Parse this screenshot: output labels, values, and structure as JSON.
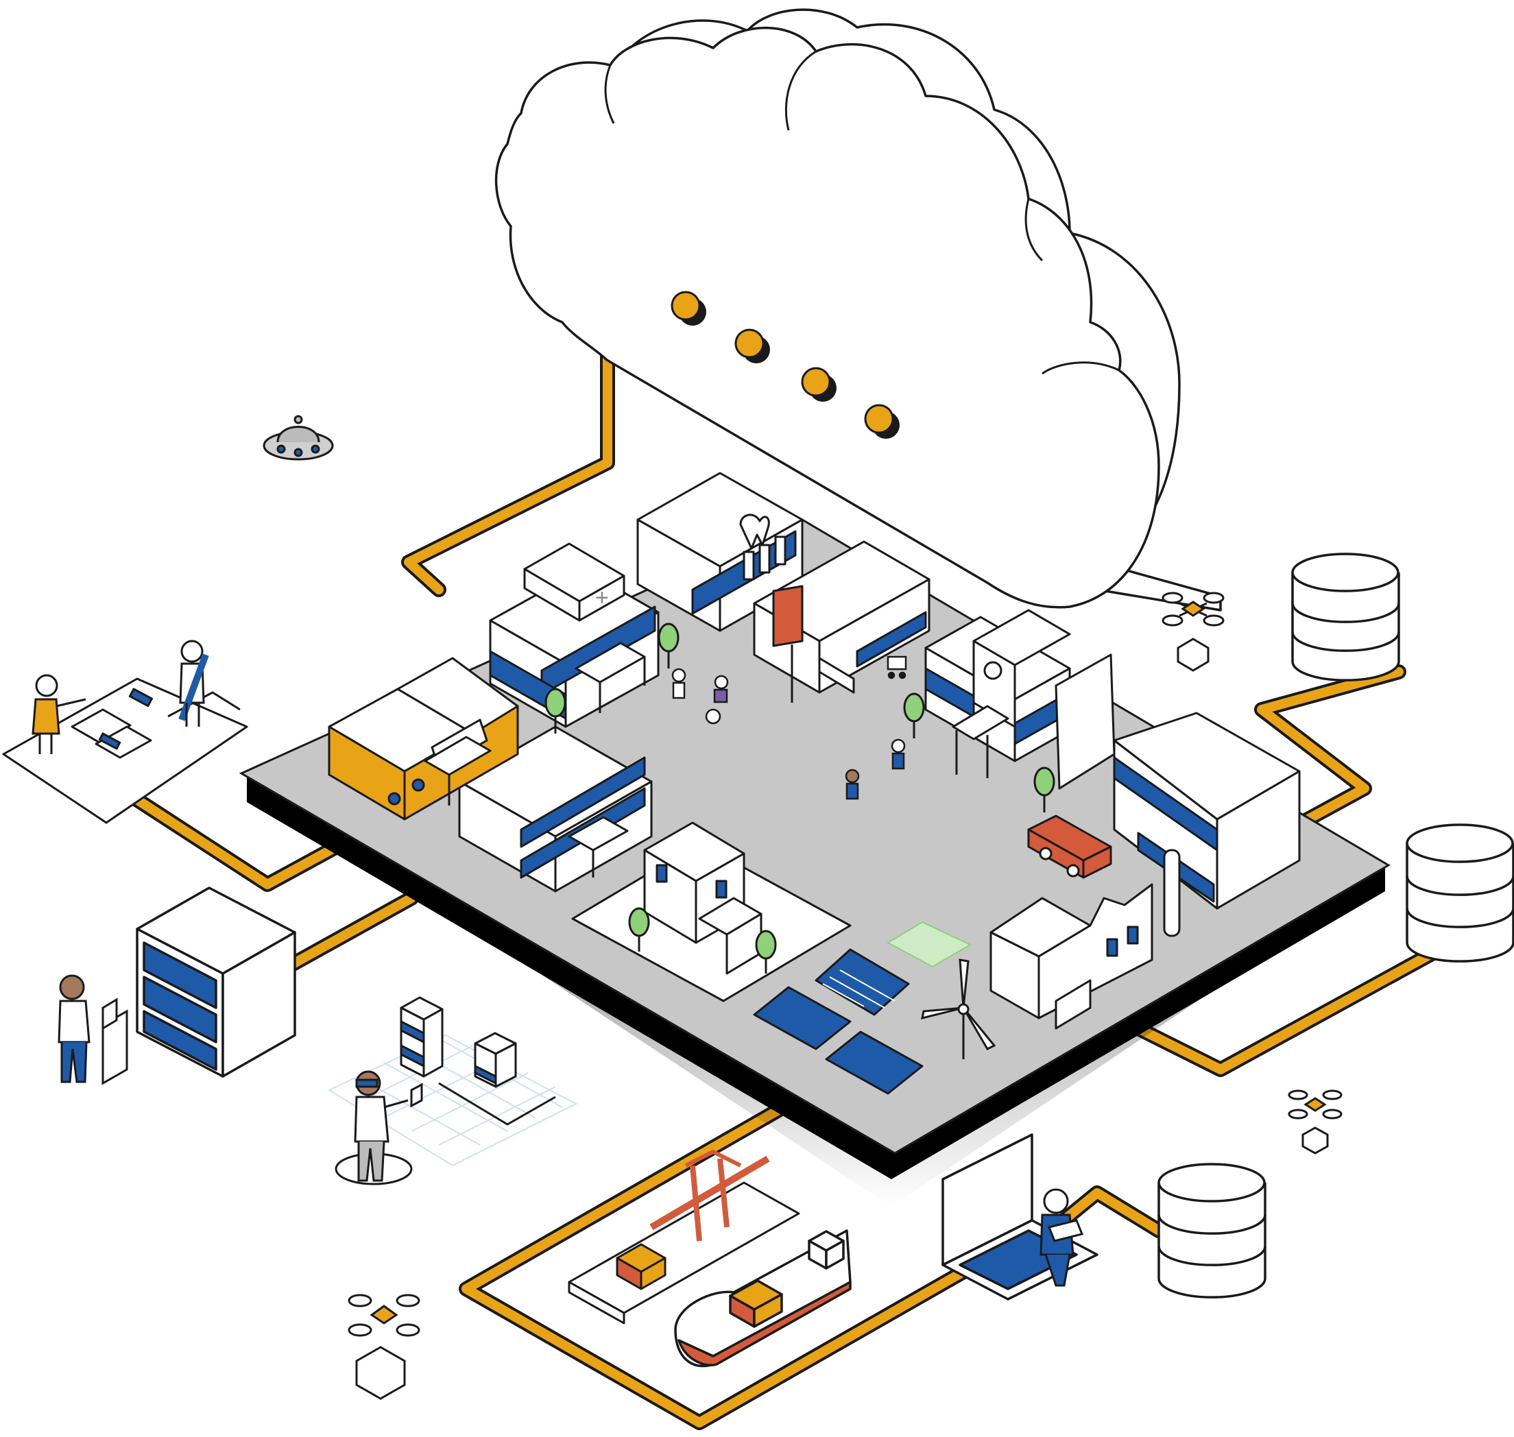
{
  "illustration": {
    "theme": "cloud-connected smart city isometric illustration",
    "colors": {
      "outline": "#1a1a1a",
      "connector": "#e8a317",
      "ground": "#c7c7c7",
      "accent_blue": "#1e5aa8",
      "accent_orange": "#e8a317",
      "accent_red": "#d35a3a",
      "tree_green": "#8fd07a",
      "solar_blue": "#1e5aa8",
      "grid_light_blue": "#cfe0f5"
    },
    "cloud": {
      "icon": "cloud-icon",
      "indicator_dots": 4,
      "dot_color": "#e8a317"
    },
    "databases": {
      "icon": "database-icon",
      "count": 3
    },
    "drones": {
      "icon": "drone-icon",
      "count": 3
    },
    "server_rack": {
      "icon": "server-rack-icon",
      "slots": 3
    },
    "buildings": [
      "hospital",
      "dental-clinic",
      "shop",
      "school",
      "office",
      "town-hall",
      "house",
      "factory",
      "fire-station",
      "apartment"
    ],
    "vehicles": [
      "fire-truck",
      "cargo-ship",
      "ufo"
    ],
    "energy": [
      "solar-panel",
      "solar-panel",
      "solar-panel",
      "wind-turbine"
    ]
  }
}
